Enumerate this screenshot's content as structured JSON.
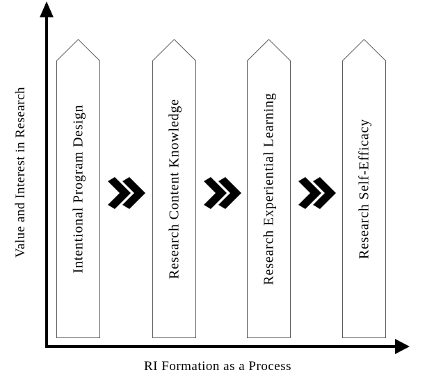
{
  "diagram": {
    "y_axis": {
      "label": "Value and Interest in Research"
    },
    "x_axis": {
      "label": "RI Formation as a Process"
    },
    "stages": [
      {
        "label": "Intentional Program Design"
      },
      {
        "label": "Research Content Knowledge"
      },
      {
        "label": "Research Experiential Learning"
      },
      {
        "label": "Research Self-Efficacy"
      }
    ],
    "connector_icon": "double-chevron-right-icon",
    "colors": {
      "background": "#ffffff",
      "axis": "#000000",
      "stage_border": "#595959",
      "stage_fill": "#ffffff",
      "chevron": "#000000",
      "text": "#000000"
    }
  }
}
